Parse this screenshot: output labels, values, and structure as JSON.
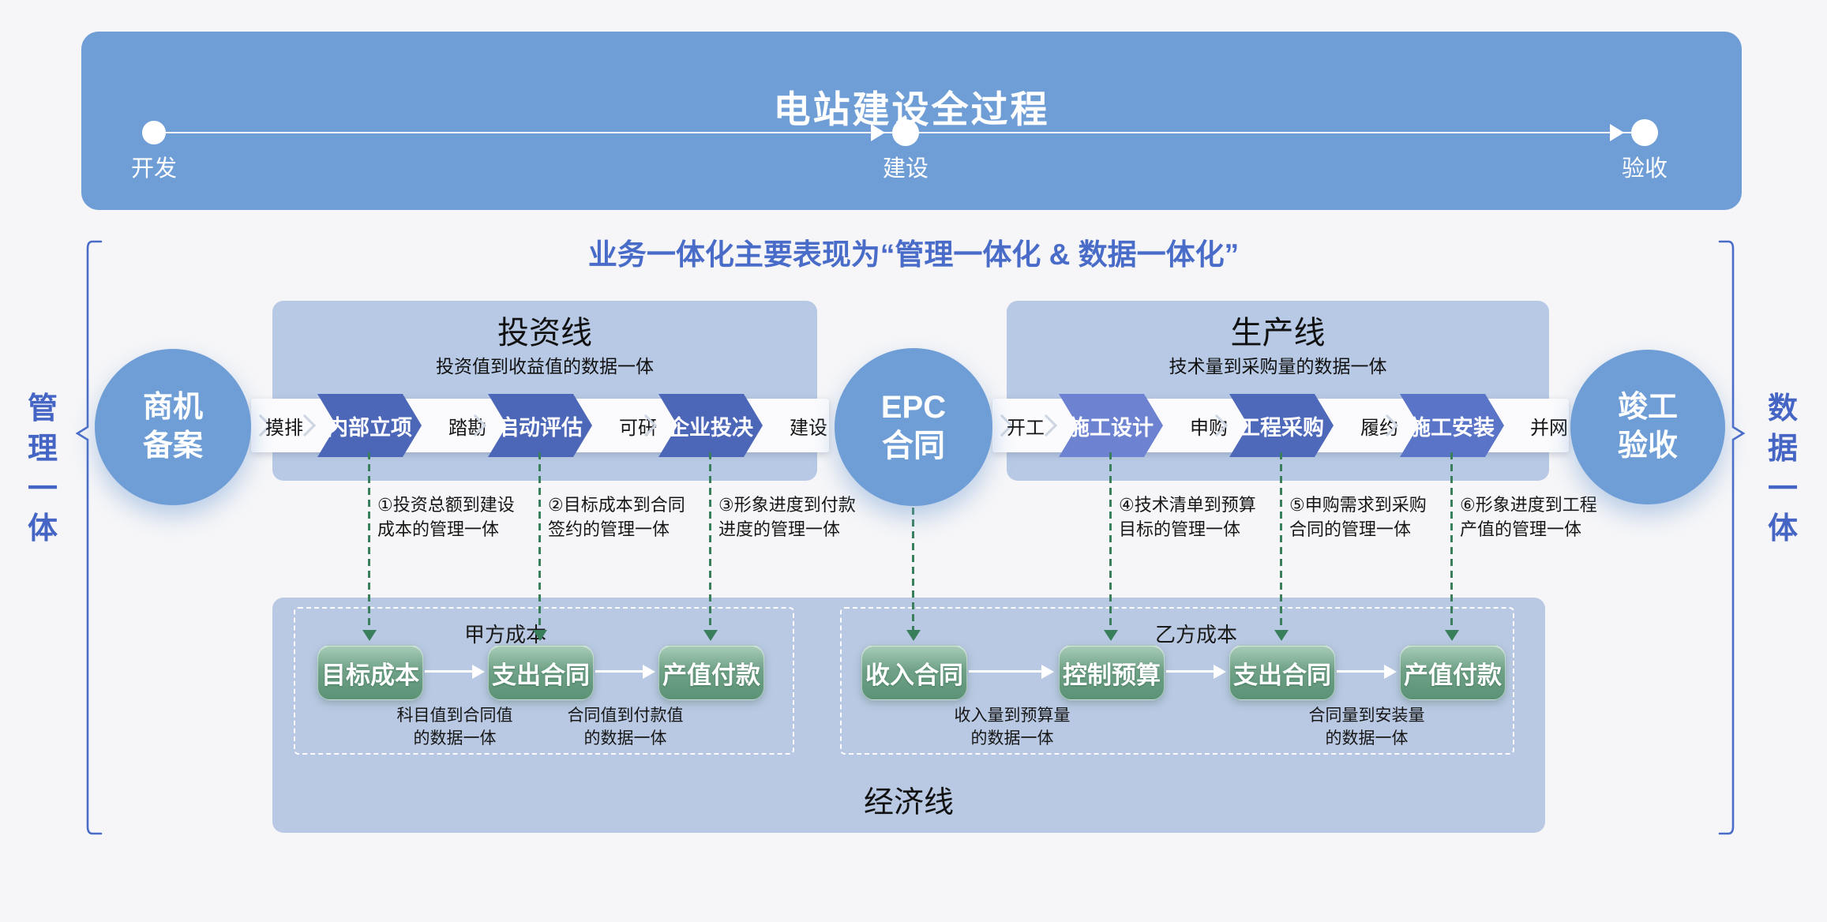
{
  "colors": {
    "background": "#f6f6f8",
    "banner_blue": "#6f9ed7",
    "panel_blue": "#b7c9e4",
    "chevron_dark_blue": "#4d67b8",
    "chevron_light_blue": "#6e82d2",
    "green_connector": "#3a7f5c",
    "green_box_top": "#a9cdb9",
    "green_box_bottom": "#5b9276",
    "accent_text_blue": "#4a6cc9"
  },
  "banner": {
    "title": "电站建设全过程",
    "milestones": [
      "开发",
      "建设",
      "验收"
    ]
  },
  "integration_title": "业务一体化主要表现为“管理一体化 & 数据一体化”",
  "side_labels": {
    "left": [
      "管",
      "理",
      "一",
      "体"
    ],
    "right": [
      "数",
      "据",
      "一",
      "体"
    ]
  },
  "nodes": {
    "start": [
      "商机",
      "备案"
    ],
    "middle": [
      "EPC",
      "合同"
    ],
    "end": [
      "竣工",
      "验收"
    ]
  },
  "investment": {
    "title": "投资线",
    "subtitle": "投资值到收益值的数据一体",
    "steps": [
      "摸排",
      "内部立项",
      "踏勘",
      "启动评估",
      "可研",
      "企业投决",
      "建设"
    ]
  },
  "production": {
    "title": "生产线",
    "subtitle": "技术量到采购量的数据一体",
    "steps": [
      "开工",
      "施工设计",
      "申购",
      "工程采购",
      "履约",
      "施工安装",
      "并网"
    ]
  },
  "annotations": [
    {
      "l1": "①投资总额到建设",
      "l2": "成本的管理一体"
    },
    {
      "l1": "②目标成本到合同",
      "l2": "签约的管理一体"
    },
    {
      "l1": "③形象进度到付款",
      "l2": "进度的管理一体"
    },
    {
      "l1": "④技术清单到预算",
      "l2": "目标的管理一体"
    },
    {
      "l1": "⑤申购需求到采购",
      "l2": "合同的管理一体"
    },
    {
      "l1": "⑥形象进度到工程",
      "l2": "产值的管理一体"
    }
  ],
  "economic": {
    "title": "经济线",
    "party_a": {
      "label": "甲方成本",
      "boxes": [
        "目标成本",
        "支出合同",
        "产值付款"
      ],
      "notes": [
        {
          "l1": "科目值到合同值",
          "l2": "的数据一体"
        },
        {
          "l1": "合同值到付款值",
          "l2": "的数据一体"
        }
      ]
    },
    "party_b": {
      "label": "乙方成本",
      "boxes": [
        "收入合同",
        "控制预算",
        "支出合同",
        "产值付款"
      ],
      "notes": [
        {
          "l1": "收入量到预算量",
          "l2": "的数据一体"
        },
        {
          "l1": "合同量到安装量",
          "l2": "的数据一体"
        }
      ]
    }
  }
}
